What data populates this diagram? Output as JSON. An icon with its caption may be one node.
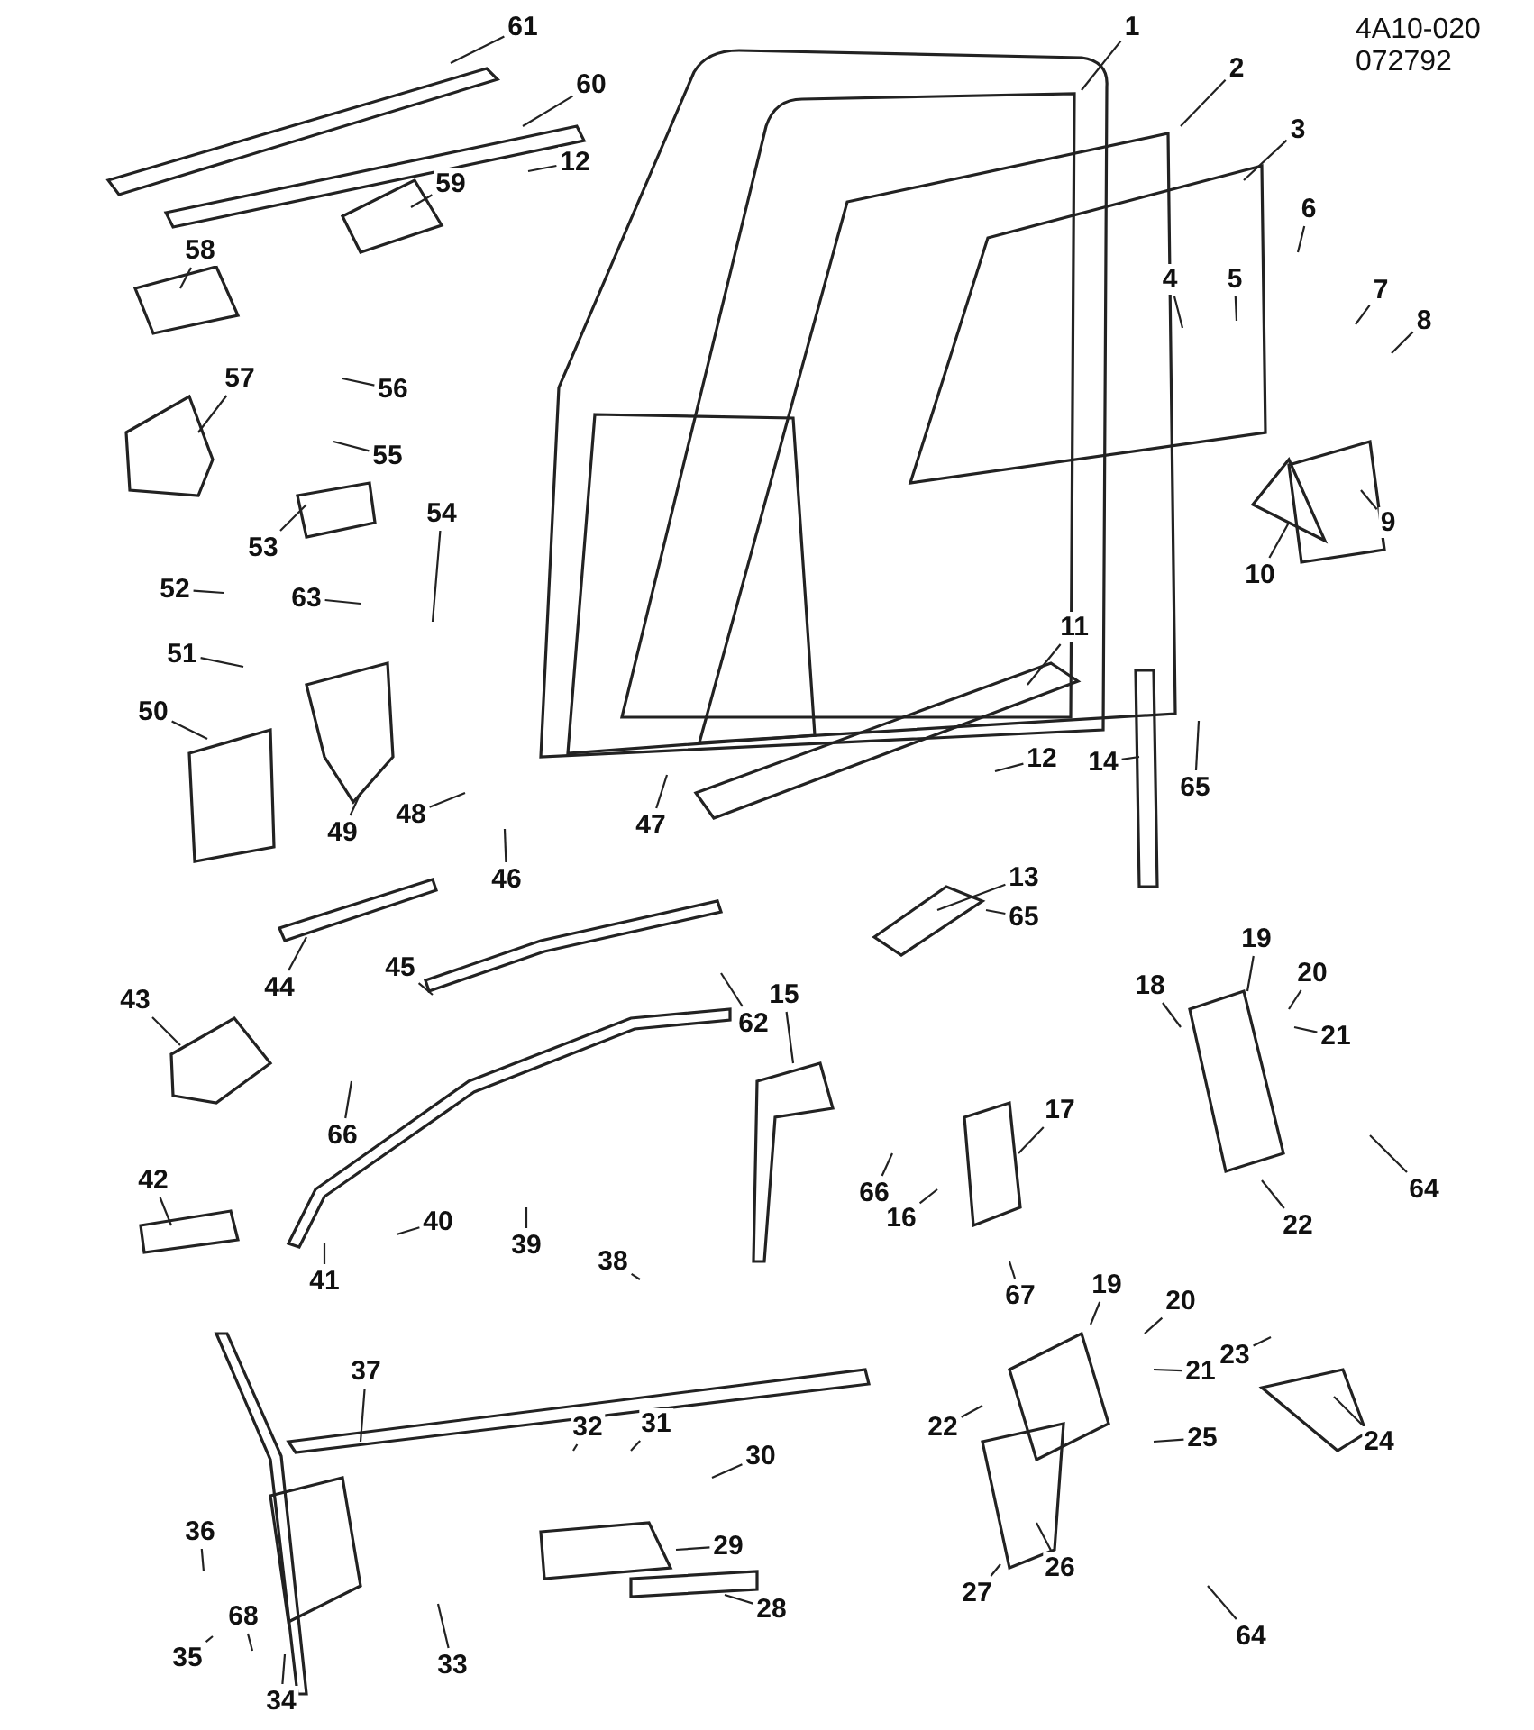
{
  "diagram": {
    "nodes": [
      {
        "text": [
          "1"
        ]
      },
      {
        "text": [
          "2"
        ]
      },
      {
        "text": [
          "3"
        ]
      },
      {
        "text": [
          "4"
        ]
      },
      {
        "text": [
          "5"
        ]
      },
      {
        "text": [
          "6"
        ]
      },
      {
        "text": [
          "7"
        ]
      },
      {
        "text": [
          "8"
        ]
      },
      {
        "text": [
          "9"
        ]
      },
      {
        "text": [
          "10"
        ]
      },
      {
        "text": [
          "11"
        ]
      },
      {
        "text": [
          "12"
        ]
      },
      {
        "text": [
          "12"
        ]
      },
      {
        "text": [
          "13"
        ]
      },
      {
        "text": [
          "14"
        ]
      },
      {
        "text": [
          "15"
        ]
      },
      {
        "text": [
          "16"
        ]
      },
      {
        "text": [
          "17"
        ]
      },
      {
        "text": [
          "18"
        ]
      },
      {
        "text": [
          "19"
        ]
      },
      {
        "text": [
          "19"
        ]
      },
      {
        "text": [
          "20"
        ]
      },
      {
        "text": [
          "20"
        ]
      },
      {
        "text": [
          "21"
        ]
      },
      {
        "text": [
          "21"
        ]
      },
      {
        "text": [
          "22"
        ]
      },
      {
        "text": [
          "22"
        ]
      },
      {
        "text": [
          "23"
        ]
      },
      {
        "text": [
          "24"
        ]
      },
      {
        "text": [
          "25"
        ]
      },
      {
        "text": [
          "26"
        ]
      },
      {
        "text": [
          "27"
        ]
      },
      {
        "text": [
          "28"
        ]
      },
      {
        "text": [
          "29"
        ]
      },
      {
        "text": [
          "30"
        ]
      },
      {
        "text": [
          "31"
        ]
      },
      {
        "text": [
          "32"
        ]
      },
      {
        "text": [
          "33"
        ]
      },
      {
        "text": [
          "34"
        ]
      },
      {
        "text": [
          "35"
        ]
      },
      {
        "text": [
          "36"
        ]
      },
      {
        "text": [
          "37"
        ]
      },
      {
        "text": [
          "38"
        ]
      },
      {
        "text": [
          "39"
        ]
      },
      {
        "text": [
          "40"
        ]
      },
      {
        "text": [
          "41"
        ]
      },
      {
        "text": [
          "42"
        ]
      },
      {
        "text": [
          "43"
        ]
      },
      {
        "text": [
          "44"
        ]
      },
      {
        "text": [
          "45"
        ]
      },
      {
        "text": [
          "46"
        ]
      },
      {
        "text": [
          "47"
        ]
      },
      {
        "text": [
          "48"
        ]
      },
      {
        "text": [
          "49"
        ]
      },
      {
        "text": [
          "50"
        ]
      },
      {
        "text": [
          "51"
        ]
      },
      {
        "text": [
          "52"
        ]
      },
      {
        "text": [
          "53"
        ]
      },
      {
        "text": [
          "54"
        ]
      },
      {
        "text": [
          "55"
        ]
      },
      {
        "text": [
          "56"
        ]
      },
      {
        "text": [
          "57"
        ]
      },
      {
        "text": [
          "58"
        ]
      },
      {
        "text": [
          "59"
        ]
      },
      {
        "text": [
          "60"
        ]
      },
      {
        "text": [
          "61"
        ]
      },
      {
        "text": [
          "62"
        ]
      },
      {
        "text": [
          "63"
        ]
      },
      {
        "text": [
          "64"
        ]
      },
      {
        "text": [
          "64"
        ]
      },
      {
        "text": [
          "65"
        ]
      },
      {
        "text": [
          "65"
        ]
      },
      {
        "text": [
          "66"
        ]
      },
      {
        "text": [
          "66"
        ]
      },
      {
        "text": [
          "67"
        ]
      },
      {
        "text": [
          "68"
        ]
      }
    ],
    "edges": [
      {
        "from": 0,
        "to": null,
        "arrow": "none"
      },
      {
        "from": 1,
        "to": null,
        "arrow": "none"
      },
      {
        "from": 2,
        "to": null,
        "arrow": "none"
      },
      {
        "from": 3,
        "to": null,
        "arrow": "none"
      },
      {
        "from": 4,
        "to": null,
        "arrow": "none"
      },
      {
        "from": 5,
        "to": null,
        "arrow": "none"
      },
      {
        "from": 6,
        "to": null,
        "arrow": "none"
      },
      {
        "from": 7,
        "to": null,
        "arrow": "none"
      },
      {
        "from": 8,
        "to": null,
        "arrow": "none"
      },
      {
        "from": 9,
        "to": null,
        "arrow": "none"
      },
      {
        "from": 10,
        "to": null,
        "arrow": "none"
      },
      {
        "from": 11,
        "to": null,
        "arrow": "none"
      },
      {
        "from": 12,
        "to": null,
        "arrow": "none"
      },
      {
        "from": 13,
        "to": null,
        "arrow": "none"
      },
      {
        "from": 14,
        "to": null,
        "arrow": "none"
      },
      {
        "from": 15,
        "to": null,
        "arrow": "none"
      },
      {
        "from": 16,
        "to": null,
        "arrow": "none"
      },
      {
        "from": 17,
        "to": null,
        "arrow": "none"
      },
      {
        "from": 18,
        "to": null,
        "arrow": "none"
      },
      {
        "from": 19,
        "to": null,
        "arrow": "none"
      },
      {
        "from": 20,
        "to": null,
        "arrow": "none"
      },
      {
        "from": 21,
        "to": null,
        "arrow": "none"
      },
      {
        "from": 22,
        "to": null,
        "arrow": "none"
      },
      {
        "from": 23,
        "to": null,
        "arrow": "none"
      },
      {
        "from": 24,
        "to": null,
        "arrow": "none"
      },
      {
        "from": 25,
        "to": null,
        "arrow": "none"
      },
      {
        "from": 26,
        "to": null,
        "arrow": "none"
      },
      {
        "from": 27,
        "to": null,
        "arrow": "none"
      },
      {
        "from": 28,
        "to": null,
        "arrow": "none"
      },
      {
        "from": 29,
        "to": null,
        "arrow": "none"
      },
      {
        "from": 30,
        "to": null,
        "arrow": "none"
      },
      {
        "from": 31,
        "to": null,
        "arrow": "none"
      },
      {
        "from": 32,
        "to": null,
        "arrow": "none"
      },
      {
        "from": 33,
        "to": null,
        "arrow": "none"
      },
      {
        "from": 34,
        "to": null,
        "arrow": "none"
      },
      {
        "from": 35,
        "to": null,
        "arrow": "none"
      },
      {
        "from": 36,
        "to": null,
        "arrow": "none"
      },
      {
        "from": 37,
        "to": null,
        "arrow": "none"
      },
      {
        "from": 38,
        "to": null,
        "arrow": "none"
      },
      {
        "from": 39,
        "to": null,
        "arrow": "none"
      },
      {
        "from": 40,
        "to": null,
        "arrow": "none"
      },
      {
        "from": 41,
        "to": null,
        "arrow": "none"
      },
      {
        "from": 42,
        "to": null,
        "arrow": "none"
      },
      {
        "from": 43,
        "to": null,
        "arrow": "none"
      },
      {
        "from": 44,
        "to": null,
        "arrow": "none"
      },
      {
        "from": 45,
        "to": null,
        "arrow": "none"
      },
      {
        "from": 46,
        "to": null,
        "arrow": "none"
      },
      {
        "from": 47,
        "to": null,
        "arrow": "none"
      },
      {
        "from": 48,
        "to": null,
        "arrow": "none"
      },
      {
        "from": 49,
        "to": null,
        "arrow": "none"
      },
      {
        "from": 50,
        "to": null,
        "arrow": "none"
      },
      {
        "from": 51,
        "to": null,
        "arrow": "none"
      },
      {
        "from": 52,
        "to": null,
        "arrow": "none"
      },
      {
        "from": 53,
        "to": null,
        "arrow": "none"
      },
      {
        "from": 54,
        "to": null,
        "arrow": "none"
      },
      {
        "from": 55,
        "to": null,
        "arrow": "none"
      },
      {
        "from": 56,
        "to": null,
        "arrow": "none"
      },
      {
        "from": 57,
        "to": null,
        "arrow": "none"
      },
      {
        "from": 58,
        "to": null,
        "arrow": "none"
      },
      {
        "from": 59,
        "to": null,
        "arrow": "none"
      },
      {
        "from": 60,
        "to": null,
        "arrow": "none"
      },
      {
        "from": 61,
        "to": null,
        "arrow": "none"
      },
      {
        "from": 62,
        "to": null,
        "arrow": "none"
      },
      {
        "from": 63,
        "to": null,
        "arrow": "none"
      },
      {
        "from": 64,
        "to": null,
        "arrow": "none"
      },
      {
        "from": 65,
        "to": null,
        "arrow": "none"
      },
      {
        "from": 66,
        "to": null,
        "arrow": "none"
      },
      {
        "from": 67,
        "to": null,
        "arrow": "none"
      },
      {
        "from": 68,
        "to": null,
        "arrow": "none"
      },
      {
        "from": 69,
        "to": null,
        "arrow": "none"
      },
      {
        "from": 70,
        "to": null,
        "arrow": "none"
      },
      {
        "from": 71,
        "to": null,
        "arrow": "none"
      },
      {
        "from": 72,
        "to": null,
        "arrow": "none"
      },
      {
        "from": 73,
        "to": null,
        "arrow": "none"
      },
      {
        "from": 74,
        "to": null,
        "arrow": "none"
      },
      {
        "from": 75,
        "to": null,
        "arrow": "none"
      }
    ],
    "labels": [
      "4A10-020",
      "072792"
    ]
  }
}
